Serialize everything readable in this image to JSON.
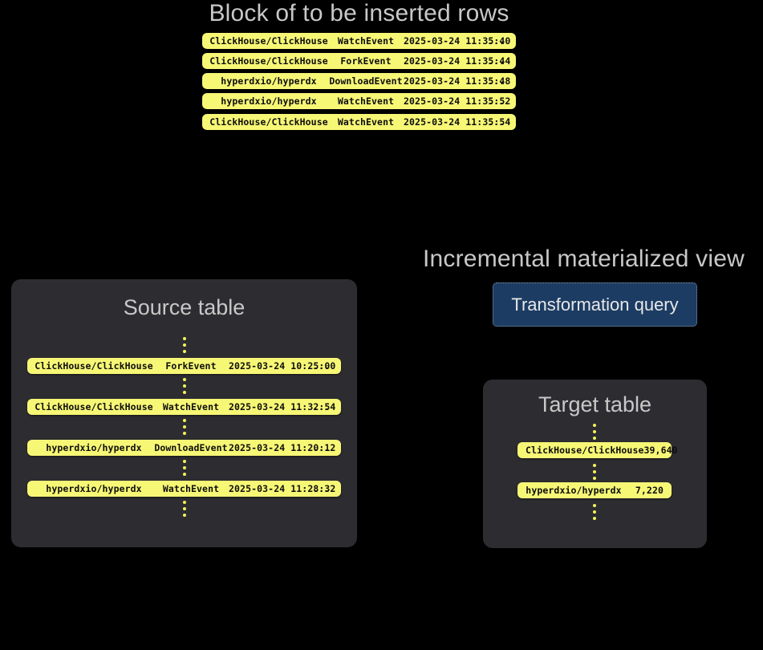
{
  "page": {
    "background": "#000000",
    "text_color": "#c8c8c8",
    "row_color": "#f7f776",
    "row_text_color": "#0e0e0e",
    "card_color": "#2d2d31",
    "query_box_color": "#1c3c63",
    "dot_color": "#f2f25c"
  },
  "block": {
    "heading": "Block of to be inserted rows",
    "rows": [
      {
        "repo": "ClickHouse/ClickHouse",
        "event": "WatchEvent",
        "time": "2025-03-24 11:35:40",
        "more": "..."
      },
      {
        "repo": "ClickHouse/ClickHouse",
        "event": "ForkEvent",
        "time": "2025-03-24 11:35:44",
        "more": "..."
      },
      {
        "repo": "hyperdxio/hyperdx",
        "event": "DownloadEvent",
        "time": "2025-03-24 11:35:48",
        "more": "..."
      },
      {
        "repo": "hyperdxio/hyperdx",
        "event": "WatchEvent",
        "time": "2025-03-24 11:35:52",
        "more": "..."
      },
      {
        "repo": "ClickHouse/ClickHouse",
        "event": "WatchEvent",
        "time": "2025-03-24 11:35:54",
        "more": "..."
      }
    ]
  },
  "source_table": {
    "title": "Source table",
    "rows": [
      {
        "repo": "ClickHouse/ClickHouse",
        "event": "ForkEvent",
        "time": "2025-03-24 10:25:00",
        "more": "..."
      },
      {
        "repo": "ClickHouse/ClickHouse",
        "event": "WatchEvent",
        "time": "2025-03-24 11:32:54",
        "more": "..."
      },
      {
        "repo": "hyperdxio/hyperdx",
        "event": "DownloadEvent",
        "time": "2025-03-24 11:20:12",
        "more": "..."
      },
      {
        "repo": "hyperdxio/hyperdx",
        "event": "WatchEvent",
        "time": "2025-03-24 11:28:32",
        "more": "..."
      }
    ]
  },
  "materialized_view": {
    "heading": "Incremental materialized view",
    "query_label": "Transformation query"
  },
  "target_table": {
    "title": "Target table",
    "rows": [
      {
        "repo": "ClickHouse/ClickHouse",
        "count": "39,640"
      },
      {
        "repo": "hyperdxio/hyperdx",
        "count": "7,220"
      }
    ]
  }
}
